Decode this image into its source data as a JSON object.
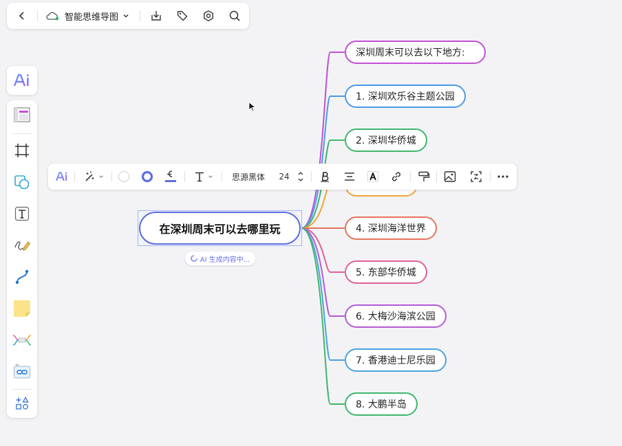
{
  "top_bar": {
    "doc_title": "智能思维导图"
  },
  "format_bar": {
    "font_name": "思源黑体",
    "font_size": "24"
  },
  "mindmap": {
    "root": "在深圳周末可以去哪里玩",
    "ai_status": "AI 生成内容中...",
    "branches": [
      {
        "label": "深圳周末可以去以下地方:",
        "color": "#c24fd6"
      },
      {
        "label": "1. 深圳欢乐谷主题公园",
        "color": "#4a9be8"
      },
      {
        "label": "2. 深圳华侨城",
        "color": "#3fb66b"
      },
      {
        "label": "",
        "color": "#f2a33a"
      },
      {
        "label": "4. 深圳海洋世界",
        "color": "#e8745a"
      },
      {
        "label": "5. 东部华侨城",
        "color": "#e0609a"
      },
      {
        "label": "6. 大梅沙海滨公园",
        "color": "#b45ad6"
      },
      {
        "label": "7. 香港迪士尼乐园",
        "color": "#4aa3e0"
      },
      {
        "label": "8. 大鹏半岛",
        "color": "#3fb66b"
      }
    ]
  },
  "colors": {
    "root_border": "#5b6ee1",
    "accent": "#5b6ee1"
  }
}
